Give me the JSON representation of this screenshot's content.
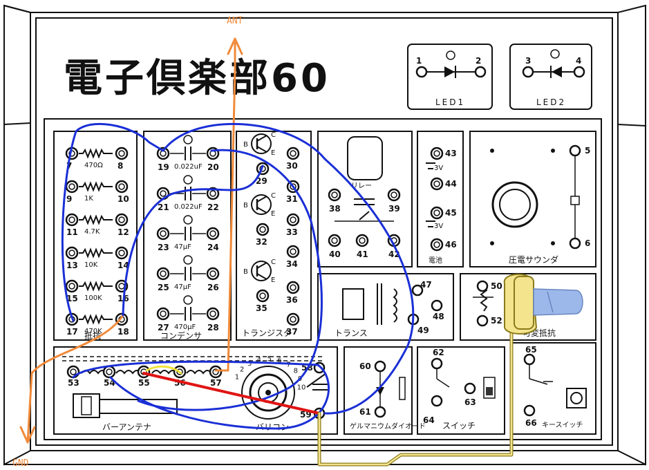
{
  "title": "電子倶楽部60",
  "annotations": {
    "ant": "ANT",
    "gnd": "GND"
  },
  "led_boxes": [
    {
      "label": "LED1",
      "pins": [
        "1",
        "2"
      ]
    },
    {
      "label": "LED2",
      "pins": [
        "3",
        "4"
      ]
    }
  ],
  "resistors": [
    {
      "value": "470Ω",
      "pins": [
        "7",
        "8"
      ]
    },
    {
      "value": "1K",
      "pins": [
        "9",
        "10"
      ]
    },
    {
      "value": "4.7K",
      "pins": [
        "11",
        "12"
      ]
    },
    {
      "value": "10K",
      "pins": [
        "13",
        "14"
      ]
    },
    {
      "value": "100K",
      "pins": [
        "15",
        "16"
      ]
    },
    {
      "value": "470K",
      "pins": [
        "17",
        "18"
      ]
    }
  ],
  "resistor_label": "抵抗",
  "capacitors": [
    {
      "value": "0.022uF",
      "pins": [
        "19",
        "20"
      ]
    },
    {
      "value": "0.022uF",
      "pins": [
        "21",
        "22"
      ]
    },
    {
      "value": "47μF",
      "pins": [
        "23",
        "24"
      ]
    },
    {
      "value": "47μF",
      "pins": [
        "25",
        "26"
      ]
    },
    {
      "value": "470μF",
      "pins": [
        "27",
        "28"
      ]
    }
  ],
  "capacitor_label": "コンデンサ",
  "transistor_pins": [
    "29",
    "30",
    "31",
    "32",
    "33",
    "34",
    "35",
    "36",
    "37"
  ],
  "transistor_letters": {
    "b": "B",
    "c": "C",
    "e": "E"
  },
  "transistor_label": "トランジスタ",
  "relay_label": "リレー",
  "relay_pins": [
    "38",
    "39",
    "40",
    "41",
    "42"
  ],
  "battery": {
    "pins": [
      "43",
      "44",
      "45",
      "46"
    ],
    "voltage": "3V",
    "label": "電池"
  },
  "piezo": {
    "pins": [
      "5",
      "6"
    ],
    "label": "圧電サウンダ"
  },
  "transformer": {
    "pins": [
      "47",
      "48",
      "49"
    ],
    "label": "トランス"
  },
  "var_resistor": {
    "pins": [
      "50",
      "52"
    ],
    "label": "可変抵抗"
  },
  "radio_pins": [
    "53",
    "54",
    "55",
    "56",
    "57"
  ],
  "bar_antenna_label": "バーアンテナ",
  "varicon": {
    "pins": [
      "58",
      "59"
    ],
    "label": "バリコン",
    "scale": [
      "1",
      "2",
      "3",
      "4",
      "5",
      "6",
      "7",
      "8",
      "9",
      "10"
    ]
  },
  "germanium": {
    "pins": [
      "60",
      "61"
    ],
    "label": "ゲルマニウムダイオード"
  },
  "switch": {
    "pins": [
      "62",
      "63",
      "64"
    ],
    "label": "スイッチ"
  },
  "key_switch": {
    "pins": [
      "65",
      "66"
    ],
    "label": "キースイッチ"
  },
  "colors": {
    "blue_wire": "#1a2fd6",
    "orange_wire": "#f08a3a",
    "red_wire": "#e01414",
    "yellow_wire": "#f2e23a",
    "earphone": "#f4e48e",
    "earphone_tip": "#9cb8ea"
  }
}
